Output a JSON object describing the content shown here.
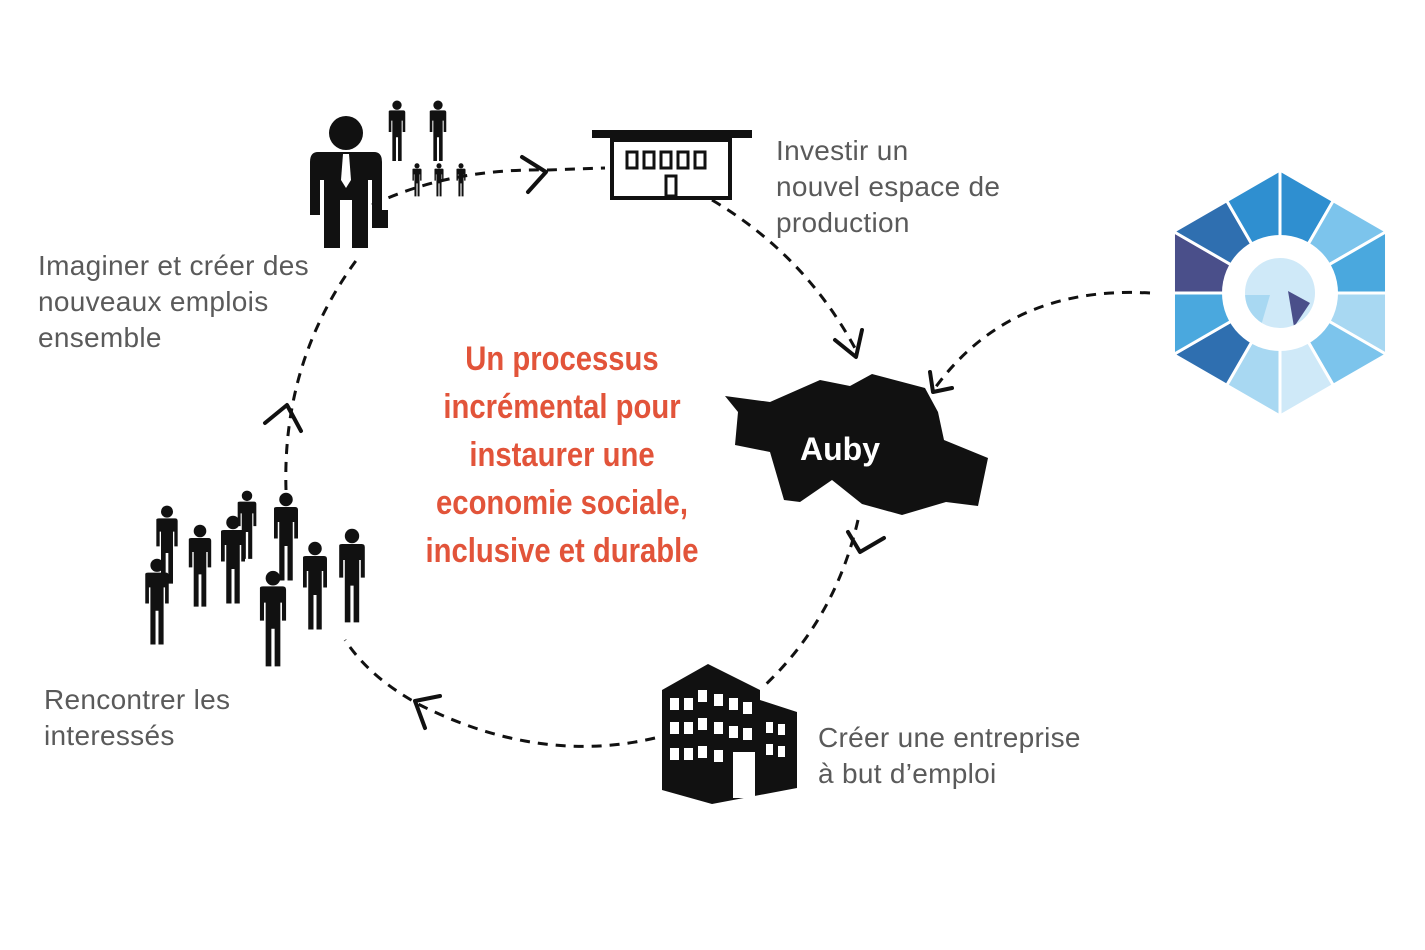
{
  "colors": {
    "title": "#e2543a",
    "text": "#5a5a5a",
    "ink": "#111111",
    "hex_palette": [
      "#2f8fd0",
      "#4aa8de",
      "#7cc4ec",
      "#a8d8f2",
      "#cfe9f8",
      "#2f6fb0",
      "#4a4f8a"
    ]
  },
  "diagram": {
    "title_lines": [
      "Un processus",
      "incrémental pour",
      "instaurer une",
      "economie sociale,",
      "inclusive et durable"
    ],
    "center_label": "Auby",
    "steps": [
      {
        "id": "imagine",
        "lines": [
          "Imaginer et créer des",
          "nouveaux emplois",
          "ensemble"
        ],
        "icon": "business-people-icon"
      },
      {
        "id": "invest",
        "lines": [
          "Investir un",
          "nouvel espace de",
          "production"
        ],
        "icon": "production-building-icon"
      },
      {
        "id": "create",
        "lines": [
          "Créer une entreprise",
          "à but d’emploi"
        ],
        "icon": "office-building-icon"
      },
      {
        "id": "meet",
        "lines": [
          "Rencontrer les",
          "interessés"
        ],
        "icon": "crowd-icon"
      }
    ],
    "logo_icon": "hexagon-logo-icon"
  }
}
